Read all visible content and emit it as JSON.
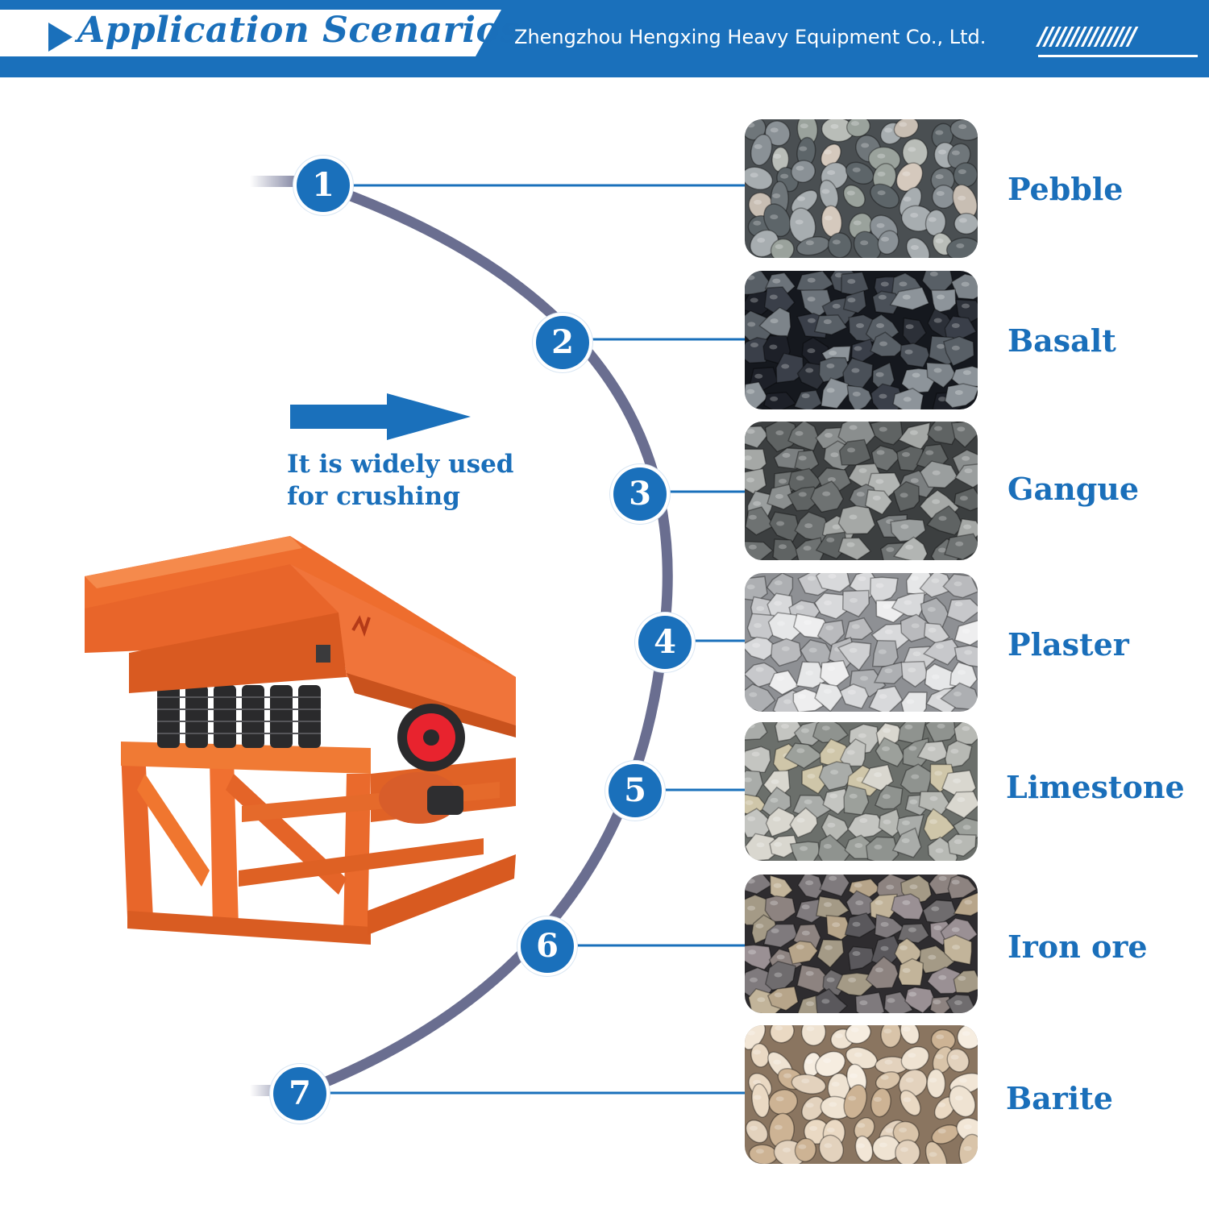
{
  "header": {
    "title": "Application Scenarios",
    "company": "Zhengzhou Hengxing Heavy Equipment Co., Ltd.",
    "decoration": "///////////////"
  },
  "intro": {
    "line1": "It is widely used",
    "line2": "for crushing"
  },
  "colors": {
    "brand_blue": "#1a70bb",
    "arc_gray": "#6a6e90",
    "machine_orange": "#ee6a2c",
    "text_blue": "#1a6fba"
  },
  "materials": [
    {
      "num": "1",
      "name": "Pebble"
    },
    {
      "num": "2",
      "name": "Basalt"
    },
    {
      "num": "3",
      "name": "Gangue"
    },
    {
      "num": "4",
      "name": "Plaster"
    },
    {
      "num": "5",
      "name": "Limestone"
    },
    {
      "num": "6",
      "name": "Iron ore"
    },
    {
      "num": "7",
      "name": "Barite"
    }
  ]
}
